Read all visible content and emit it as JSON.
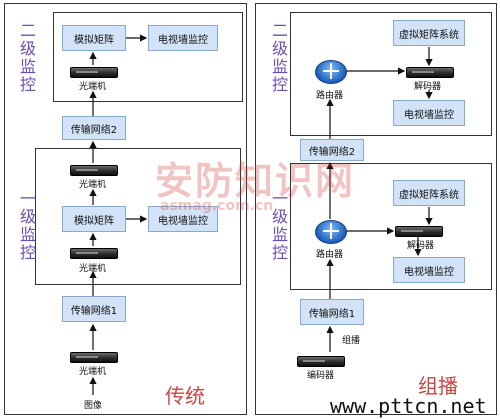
{
  "left": {
    "top_label": "二级监控",
    "mid_label": "一级监控",
    "box_matrix_top": "模拟矩阵",
    "box_tvwall_top": "电视墙监控",
    "device_top": "光端机",
    "box_net2": "传输网络2",
    "device_mid_upper": "光端机",
    "box_matrix_mid": "模拟矩阵",
    "box_tvwall_mid": "电视墙监控",
    "device_mid_lower": "光端机",
    "box_net1": "传输网络1",
    "device_bottom": "光端机",
    "source": "图像",
    "corner_label": "传统"
  },
  "right": {
    "top_label": "二级监控",
    "mid_label": "一级监控",
    "router_top": "路由器",
    "box_virtual_top": "虚拟矩阵系统",
    "decoder_top": "解码器",
    "box_tvwall_top": "电视墙监控",
    "box_net2": "传输网络2",
    "router_mid": "路由器",
    "box_virtual_mid": "虚拟矩阵系统",
    "decoder_mid": "解码器",
    "box_tvwall_mid": "电视墙监控",
    "box_net1": "传输网络1",
    "multicast_label": "组播",
    "encoder": "编码器",
    "corner_label": "组播"
  },
  "watermark": {
    "main": "安防知识网",
    "sub": "asmag.com.cn"
  },
  "footer": "www.pttcn.net"
}
